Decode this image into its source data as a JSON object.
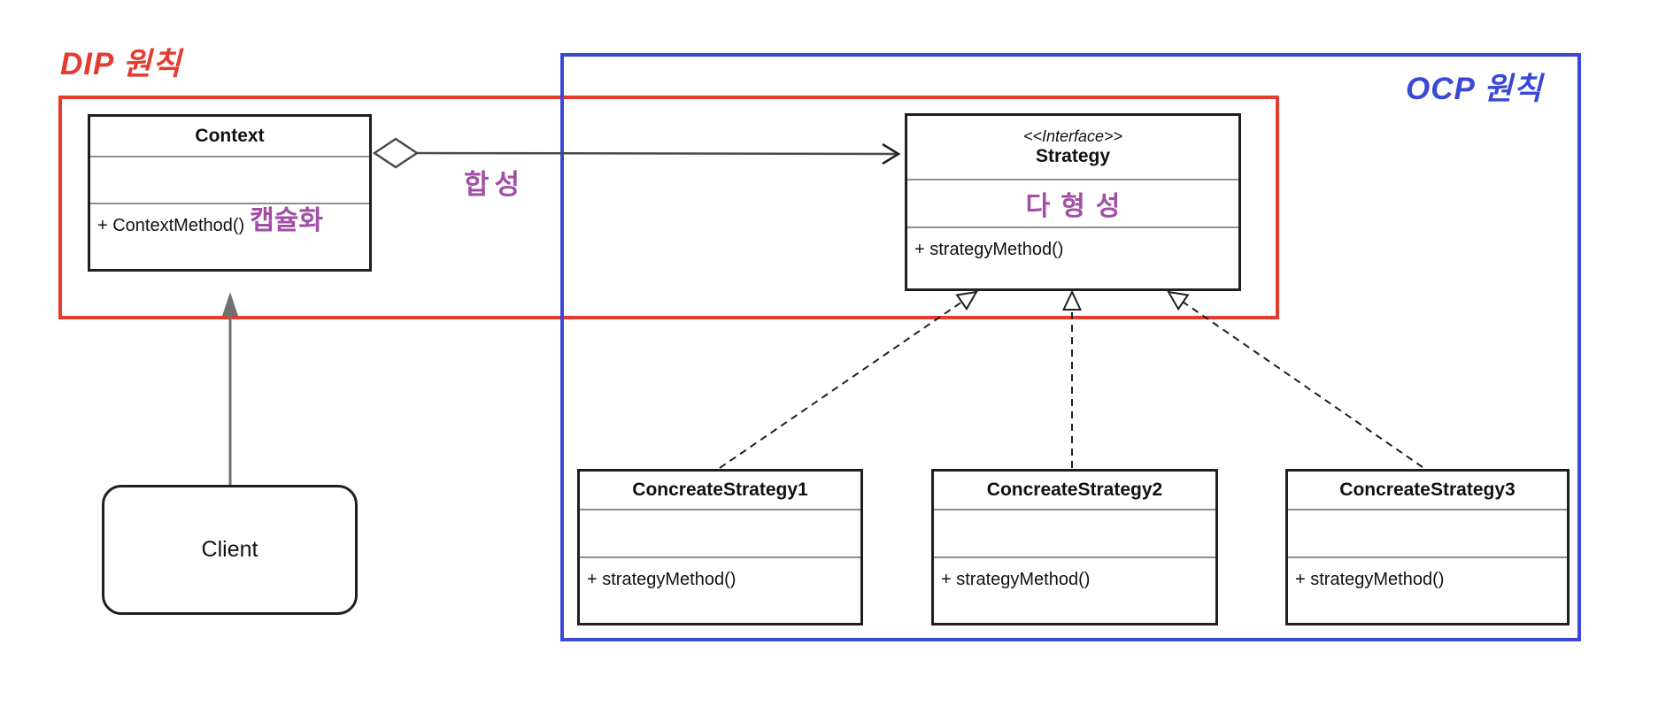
{
  "frames": {
    "dip_label": "DIP 원칙",
    "ocp_label": "OCP 원칙"
  },
  "annotations": {
    "composition": "합성",
    "encapsulation": "캡슐화",
    "polymorphism": "다형성"
  },
  "classes": {
    "context": {
      "name": "Context",
      "method": "+ ContextMethod()"
    },
    "strategy": {
      "stereotype": "<<Interface>>",
      "name": "Strategy",
      "method": "+ strategyMethod()"
    },
    "client": {
      "name": "Client"
    },
    "concrete_strategies": [
      {
        "name": "ConcreateStrategy1",
        "method": "+ strategyMethod()"
      },
      {
        "name": "ConcreateStrategy2",
        "method": "+ strategyMethod()"
      },
      {
        "name": "ConcreateStrategy3",
        "method": "+ strategyMethod()"
      }
    ]
  },
  "colors": {
    "red": "#e43b2f",
    "blue": "#3a49d5",
    "purple": "#a14fa6",
    "box_border": "#1f1f1f",
    "separator": "#8e8e8e",
    "connector": "#4a4a4a",
    "client_arrow": "#707070"
  }
}
